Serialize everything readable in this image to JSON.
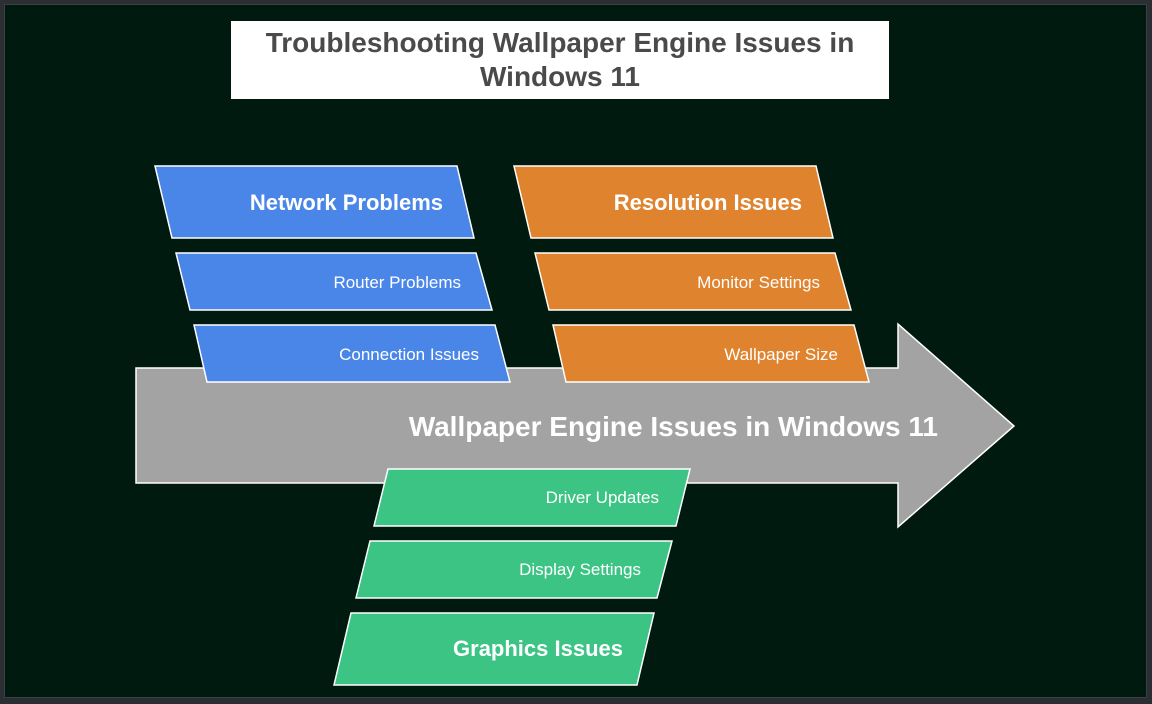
{
  "title": "Troubleshooting Wallpaper Engine Issues in Windows 11",
  "spine": {
    "label": "Wallpaper Engine Issues in Windows 11",
    "color": "#a3a3a3"
  },
  "categories": [
    {
      "name": "Network Problems",
      "color": "#4a86e8",
      "causes": [
        "Router Problems",
        "Connection Issues"
      ]
    },
    {
      "name": "Resolution Issues",
      "color": "#e0832f",
      "causes": [
        "Monitor Settings",
        "Wallpaper Size"
      ]
    },
    {
      "name": "Graphics Issues",
      "color": "#3cc484",
      "causes": [
        "Driver Updates",
        "Display Settings"
      ]
    }
  ]
}
